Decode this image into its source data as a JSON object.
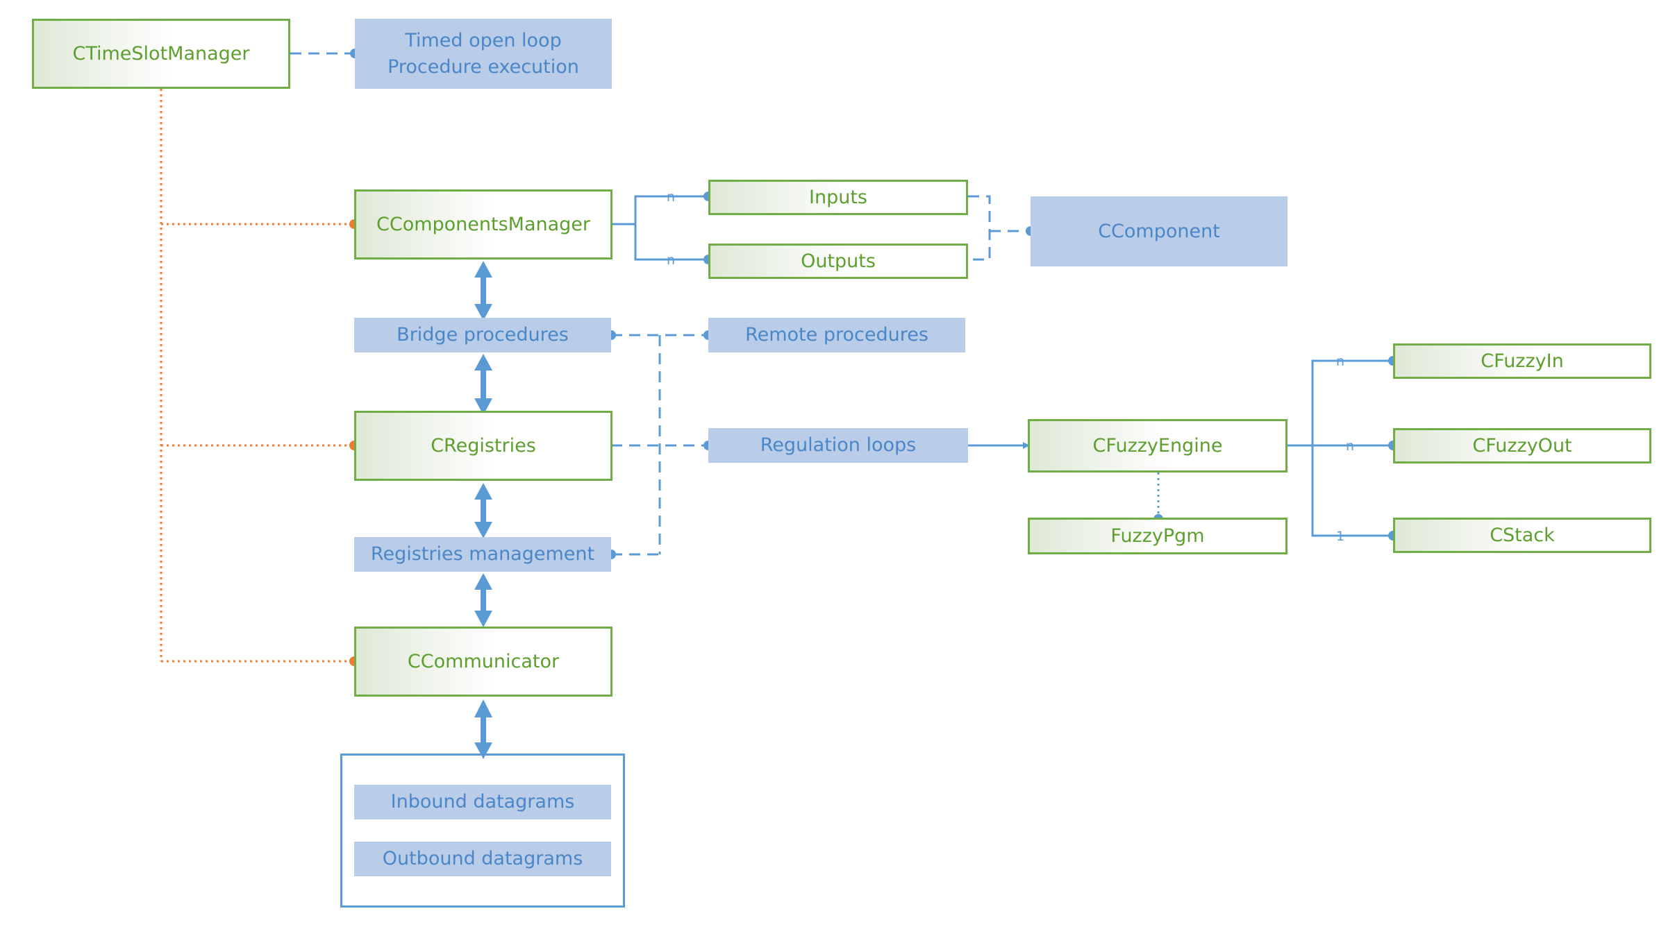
{
  "colors": {
    "green_border": "#70ad47",
    "green_text": "#5d9f2e",
    "blue_fill": "#b9cde9",
    "blue_text": "#4a86c8",
    "connector_blue": "#5b9bd5",
    "connector_orange": "#ed7d31"
  },
  "nodes": {
    "ctimeslotmanager": "CTimeSlotManager",
    "timed_line1": "Timed open loop",
    "timed_line2": "Procedure execution",
    "ccomponentsmanager": "CComponentsManager",
    "inputs": "Inputs",
    "outputs": "Outputs",
    "ccomponent": "CComponent",
    "bridge_procedures": "Bridge procedures",
    "remote_procedures": "Remote procedures",
    "cregistries": "CRegistries",
    "regulation_loops": "Regulation loops",
    "registries_management": "Registries management",
    "ccommunicator": "CCommunicator",
    "inbound_datagrams": "Inbound datagrams",
    "outbound_datagrams": "Outbound datagrams",
    "cfuzzyengine": "CFuzzyEngine",
    "fuzzypgm": "FuzzyPgm",
    "cfuzzyin": "CFuzzyIn",
    "cfuzzyout": "CFuzzyOut",
    "cstack": "CStack"
  },
  "multiplicities": {
    "inputs": "n",
    "outputs": "n",
    "cfuzzyin": "n",
    "cfuzzyout": "n",
    "cstack": "1"
  }
}
